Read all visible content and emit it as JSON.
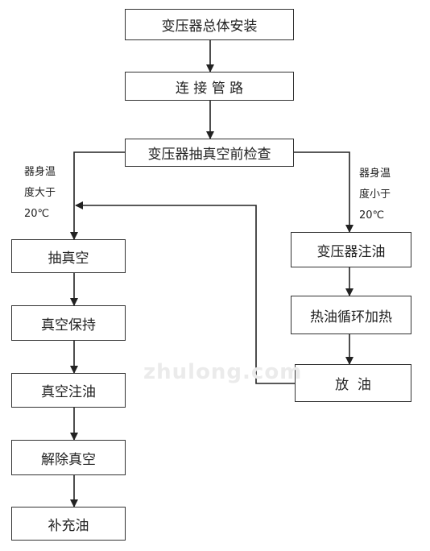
{
  "nodes": {
    "n1": "变压器总体安装",
    "n2": "连 接 管 路",
    "n3": "变压器抽真空前检查",
    "n4": "抽真空",
    "n5": "真空保持",
    "n6": "真空注油",
    "n7": "解除真空",
    "n8": "补充油",
    "n9": "变压器注油",
    "n10": "热油循环加热",
    "n11": "放  油"
  },
  "conditions": {
    "left": [
      "器身温",
      "度大于",
      "20℃"
    ],
    "right": [
      "器身温",
      "度小于",
      "20℃"
    ]
  },
  "watermark": "zhulong.com"
}
